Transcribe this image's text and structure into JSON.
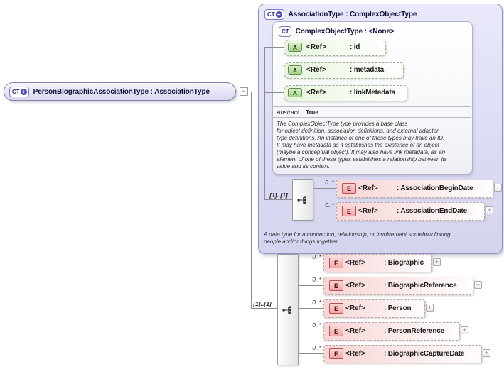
{
  "icons": {
    "ct": "CT",
    "plus": "+",
    "minus": "−",
    "attribute": "A",
    "element": "E",
    "expand": "+"
  },
  "root": {
    "label": "PersonBiographicAssociationType : AssociationType"
  },
  "base": {
    "label": "AssociationType : ComplexObjectType",
    "annotation": "A data type for a connection, relationship, or involvement somehow linking\npeople and/or things together.",
    "parent": {
      "label": "ComplexObjectType : <None>",
      "attributes": [
        {
          "ref": "<Ref>",
          "name": ": id"
        },
        {
          "ref": "<Ref>",
          "name": ": metadata"
        },
        {
          "ref": "<Ref>",
          "name": ": linkMetadata"
        }
      ],
      "facet": {
        "label": "Abstract",
        "value": "True"
      },
      "annotation": "The ComplexObjectType type provides a base class\nfor object definition, association definitions, and external adapter\ntype definitions. An instance of one of these types may have an ID.\nIt may have metadata as it establishes the existence of an object\n(maybe a conceptual object). It may also have link metadata, as an\nelement of one of these types establishes a relationship between its\nvalue and its context."
    },
    "sequence": {
      "occurs": "[1]..[1]",
      "elements": [
        {
          "occurs": "0..*",
          "ref": "<Ref>",
          "name": ": AssociationBeginDate"
        },
        {
          "occurs": "0..*",
          "ref": "<Ref>",
          "name": ": AssociationEndDate"
        }
      ]
    }
  },
  "extension": {
    "occurs": "[1]..[1]",
    "elements": [
      {
        "occurs": "0..*",
        "ref": "<Ref>",
        "name": ": Biographic"
      },
      {
        "occurs": "0..*",
        "ref": "<Ref>",
        "name": ": BiographicReference"
      },
      {
        "occurs": "0..*",
        "ref": "<Ref>",
        "name": ": Person"
      },
      {
        "occurs": "0..*",
        "ref": "<Ref>",
        "name": ": PersonReference"
      },
      {
        "occurs": "0..*",
        "ref": "<Ref>",
        "name": ": BiographicCaptureDate"
      }
    ]
  },
  "colors": {
    "type_fill": "#dcdcf4",
    "attribute_fill": "#e6f4dc",
    "element_fill": "#f7d5d5",
    "connector_line": "#8c8c8c"
  }
}
